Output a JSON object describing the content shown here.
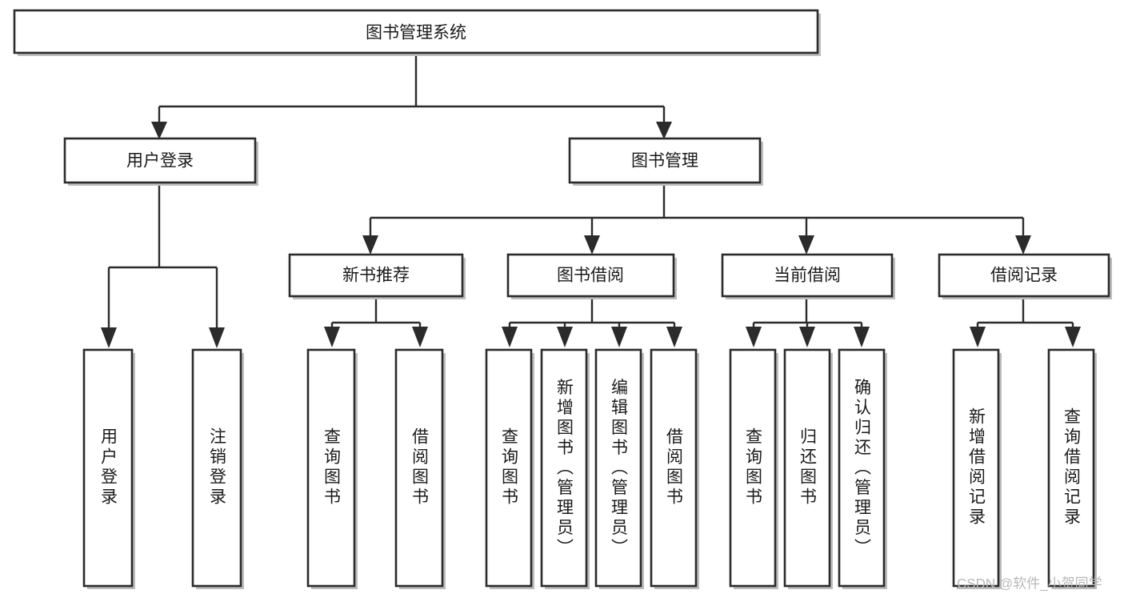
{
  "diagram": {
    "title": "图书管理系统",
    "type": "tree",
    "watermark": "CSDN @软件_小贺同学",
    "colors": {
      "box_stroke": "#2b2b2b",
      "box_fill": "#ffffff",
      "connector": "#2b2b2b",
      "text": "#1a1a1a",
      "watermark": "#b8b8b8",
      "shadow": "#bdbdbd",
      "background": "#ffffff"
    },
    "root": {
      "label": "图书管理系统"
    },
    "level2": [
      {
        "label": "用户登录"
      },
      {
        "label": "图书管理"
      }
    ],
    "level3": [
      {
        "label": "新书推荐"
      },
      {
        "label": "图书借阅"
      },
      {
        "label": "当前借阅"
      },
      {
        "label": "借阅记录"
      }
    ],
    "leaves": {
      "user_login": [
        {
          "label": "用户登录"
        },
        {
          "label": "注销登录"
        }
      ],
      "new_book_recommend": [
        {
          "label": "查询图书"
        },
        {
          "label": "借阅图书"
        }
      ],
      "book_borrow": [
        {
          "label": "查询图书"
        },
        {
          "label": "新增图书（管理员）"
        },
        {
          "label": "编辑图书（管理员）"
        },
        {
          "label": "借阅图书"
        }
      ],
      "current_borrow": [
        {
          "label": "查询图书"
        },
        {
          "label": "归还图书"
        },
        {
          "label": "确认归还（管理员）"
        }
      ],
      "borrow_record": [
        {
          "label": "新增借阅记录"
        },
        {
          "label": "查询借阅记录"
        }
      ]
    }
  }
}
